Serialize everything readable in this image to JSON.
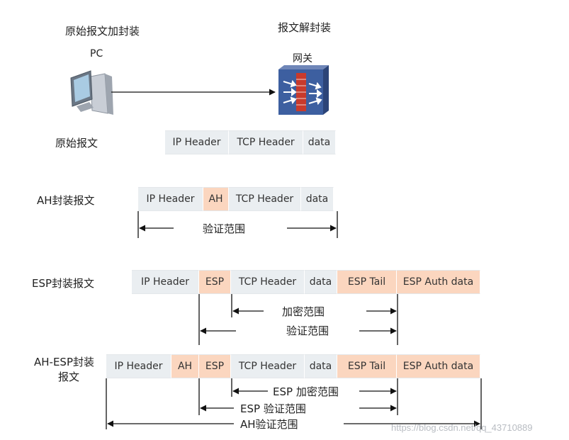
{
  "top": {
    "left_title": "原始报文加封装",
    "right_title": "报文解封装",
    "pc_label": "PC",
    "gateway_label": "网关"
  },
  "rows": {
    "original": {
      "label": "原始报文",
      "cells": [
        "IP Header",
        "TCP Header",
        "data"
      ]
    },
    "ah": {
      "label": "AH封装报文",
      "cells": [
        "IP Header",
        "AH",
        "TCP Header",
        "data"
      ],
      "range": "验证范围"
    },
    "esp": {
      "label": "ESP封装报文",
      "cells": [
        "IP Header",
        "ESP",
        "TCP Header",
        "data",
        "ESP Tail",
        "ESP Auth data"
      ],
      "encrypt_range": "加密范围",
      "auth_range": "验证范围"
    },
    "ahesp": {
      "label_line1": "AH-ESP封装",
      "label_line2": "报文",
      "cells": [
        "IP Header",
        "AH",
        "ESP",
        "TCP Header",
        "data",
        "ESP Tail",
        "ESP Auth data"
      ],
      "esp_encrypt_range": "ESP 加密范围",
      "esp_auth_range": "ESP 验证范围",
      "ah_auth_range": "AH验证范围"
    }
  },
  "watermark": "https://blog.csdn.net/qq_43710889",
  "colors": {
    "header_fill": "#eaeef1",
    "security_fill": "#fbd6bf",
    "gateway_fill": "#3d5fa0",
    "firewall_red": "#c83a2c"
  },
  "icons": {
    "pc": "desktop-computer-icon",
    "gateway": "firewall-gateway-icon"
  }
}
